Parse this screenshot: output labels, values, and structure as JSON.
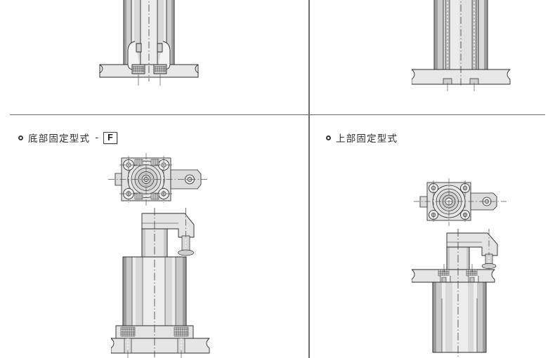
{
  "page": {
    "background_color": "#ffffff",
    "divider_color": "#6d6a66",
    "line_color": "#2b2b2b",
    "fill_light": "#e6e6e6",
    "fill_mid": "#d2d2d2",
    "fill_dark": "#b5b5b5",
    "accent_dark": "#5a5a5a"
  },
  "sections": {
    "top_left": {
      "name": "bottom-mount-section-detail",
      "caption": "",
      "drawing_type": "cross-section-front-view",
      "description": "cylinder barrel bolted down through a base plate"
    },
    "top_right": {
      "name": "top-mount-section-detail",
      "caption": "",
      "drawing_type": "cross-section-front-view",
      "description": "cylinder barrel with long tie rods seated on a plate"
    },
    "bottom_left": {
      "name": "bottom-fixed-type",
      "caption": {
        "label": "底部固定型式",
        "separator": "-",
        "code": "F"
      },
      "views": [
        {
          "name": "top-view",
          "description": "plan view with four corner bolts and concentric bore"
        },
        {
          "name": "front-view",
          "description": "swing clamp cylinder with arm and clamp bolt mounted on base plate"
        }
      ]
    },
    "bottom_right": {
      "name": "top-fixed-type",
      "caption": {
        "label": "上部固定型式",
        "separator": "",
        "code": ""
      },
      "views": [
        {
          "name": "top-view",
          "description": "plan view with four corner bolts and concentric bore"
        },
        {
          "name": "front-view",
          "description": "swing clamp cylinder suspended beneath the mounting plate"
        }
      ]
    }
  }
}
